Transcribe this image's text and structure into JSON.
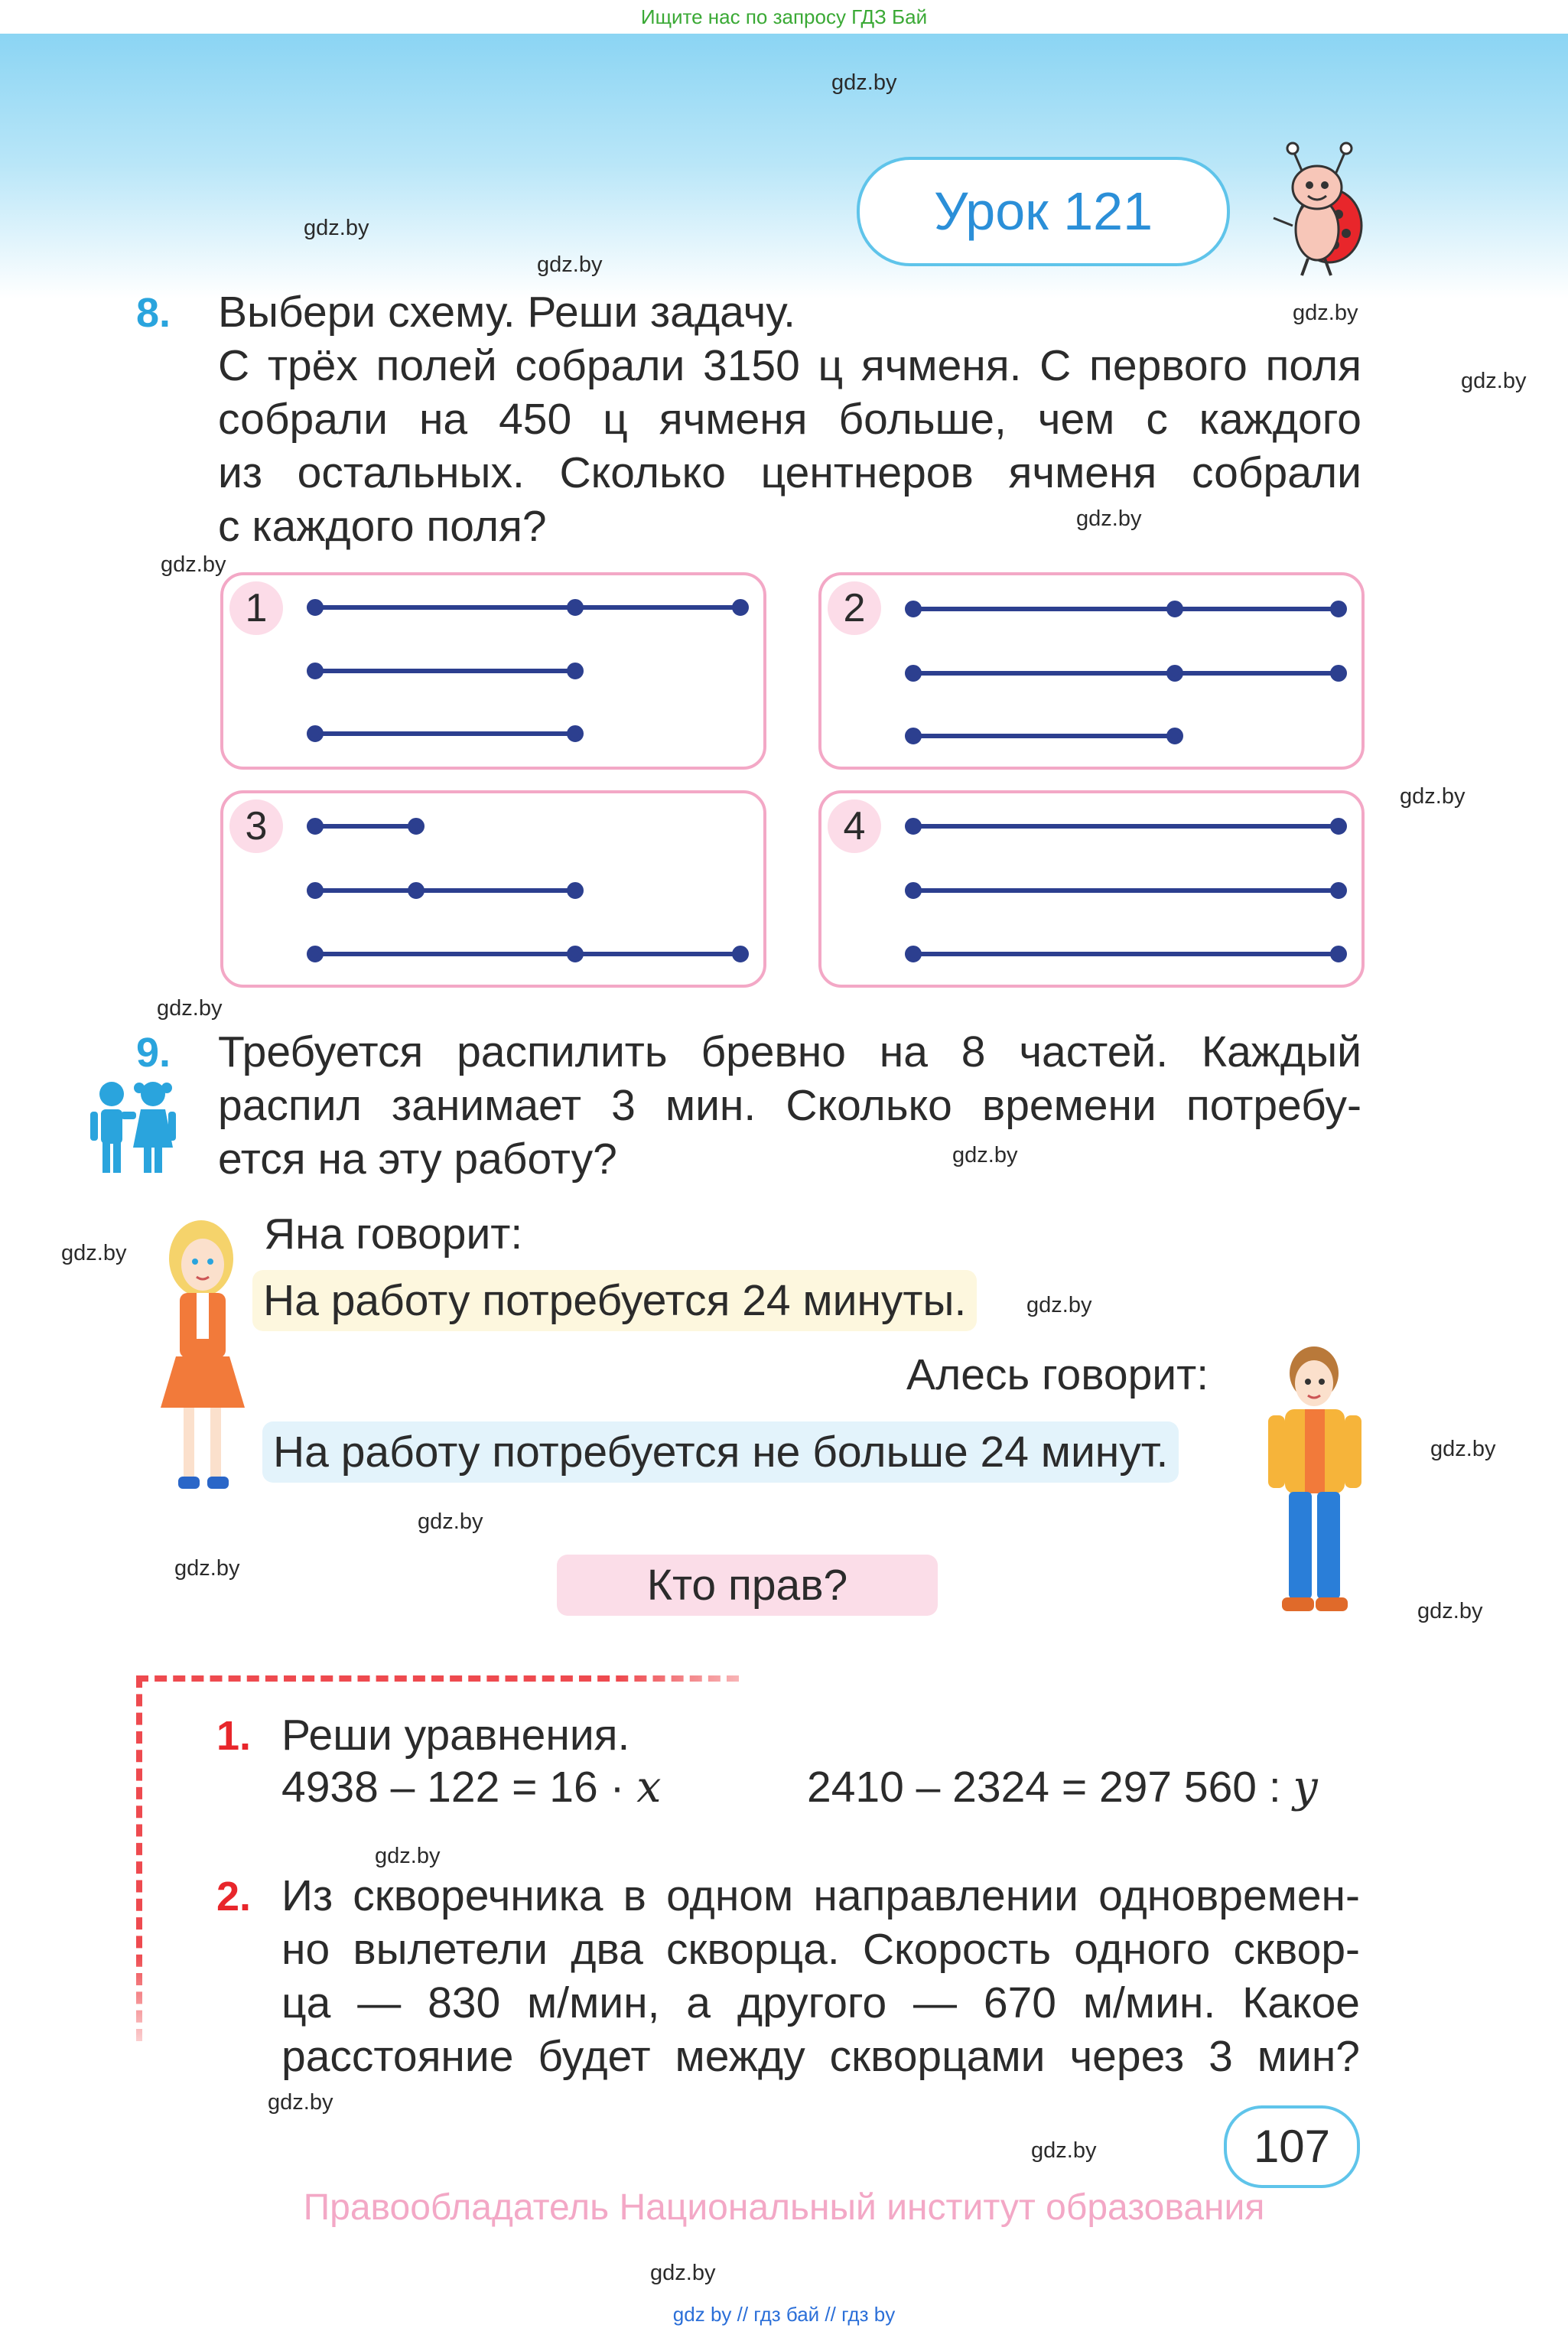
{
  "top_banner": "Ищите нас по запросу ГДЗ Бай",
  "watermark": "gdz.by",
  "lesson_title": "Урок 121",
  "task8": {
    "number": "8.",
    "lines": [
      "Выбери схему. Реши задачу.",
      "С трёх полей собрали 3150 ц ячменя. С первого поля",
      "собрали на 450 ц ячменя больше, чем с каждого",
      "из остальных. Сколько центнеров ячменя собрали",
      "с каждого поля?"
    ],
    "schemes": [
      "1",
      "2",
      "3",
      "4"
    ]
  },
  "task9": {
    "number": "9.",
    "lines": [
      "Требуется распилить бревно на 8 частей. Каждый",
      "распил занимает 3 мин. Сколько времени потребу-",
      "ется на эту работу?"
    ],
    "yana_says": "Яна говорит:",
    "yana_answer": "На работу потребуется 24 минуты.",
    "ales_says": "Алесь говорит:",
    "ales_answer": "На работу потребуется не больше 24 минут.",
    "question": "Кто прав?"
  },
  "extra1": {
    "number": "1.",
    "title": "Реши уравнения.",
    "eq1_left": "4938 – 122 = 16 · ",
    "eq1_var": "x",
    "eq2_left": "2410 – 2324 = 297 560 : ",
    "eq2_var": "y"
  },
  "extra2": {
    "number": "2.",
    "lines": [
      "Из скворечника в одном направлении одновремен-",
      "но вылетели два скворца. Скорость одного сквор-",
      "ца — 830 м/мин, а другого — 670 м/мин. Какое",
      "расстояние будет между скворцами через 3 мин?"
    ]
  },
  "page_number": "107",
  "copyright": "Правообладатель Национальный институт образования",
  "bottom_links": "gdz by  //  гдз бай  //  гдз by",
  "colors": {
    "accent_blue": "#2aa4dd",
    "accent_red": "#e8262b",
    "segment_line": "#2c3f8f",
    "scheme_border": "#f3a8c6"
  }
}
